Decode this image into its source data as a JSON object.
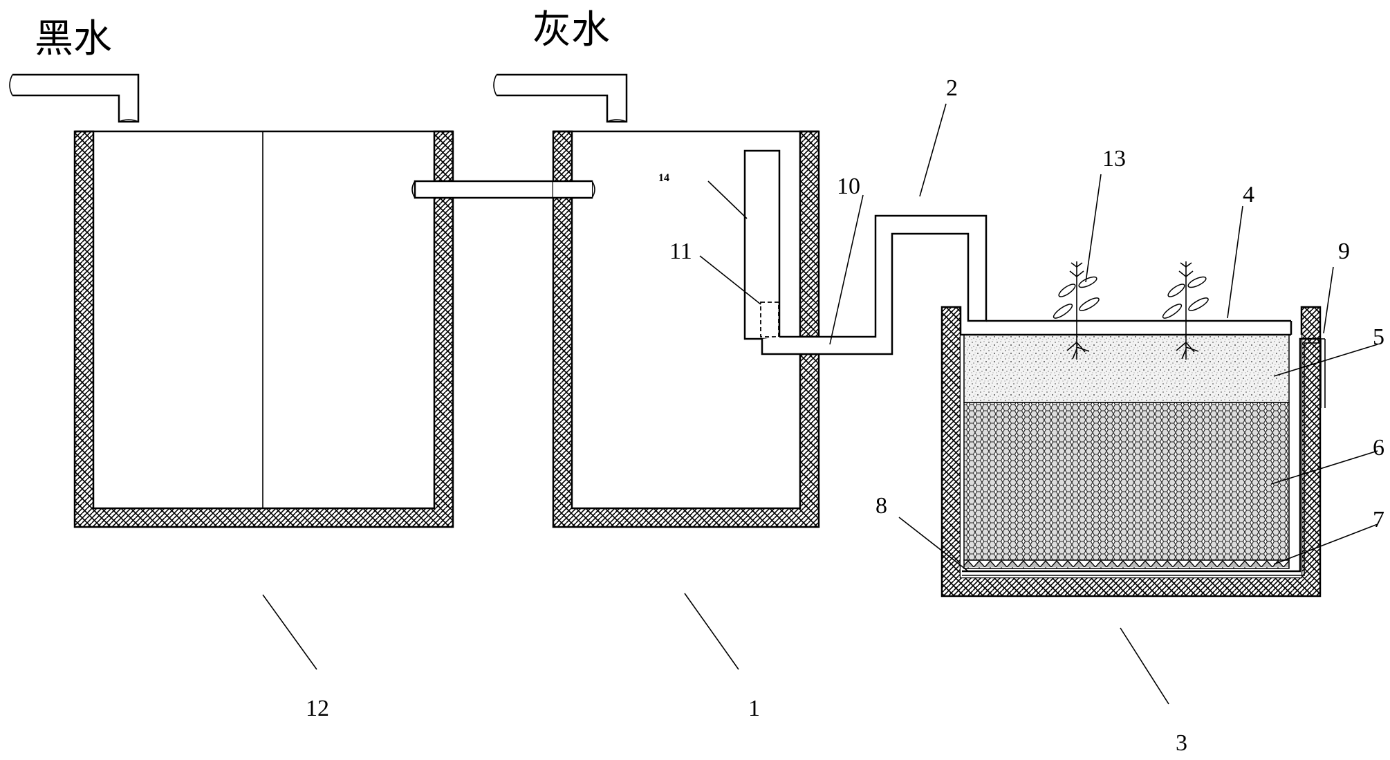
{
  "inlets": {
    "black_water_label": "黑水",
    "grey_water_label": "灰水"
  },
  "reference_numerals": {
    "grey_water_tank": "1",
    "pipe": "2",
    "wetland_bed": "3",
    "plant_surface": "4",
    "soil_layer": "5",
    "gravel_layer": "6",
    "bottom_layer": "7",
    "collection_pipe": "8",
    "outlet": "9",
    "outlet_pipe": "10",
    "inlet_fitting": "11",
    "black_water_tank": "12",
    "plants": "13",
    "pump_column": "14"
  },
  "colors": {
    "ink": "#000000",
    "background": "#ffffff"
  }
}
